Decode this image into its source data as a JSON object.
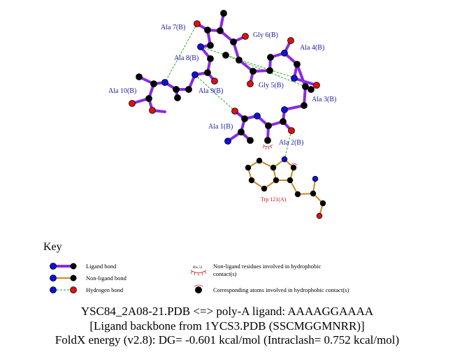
{
  "residue_labels": {
    "ala7": "Ala 7(B)",
    "gly6": "Gly 6(B)",
    "ala4": "Ala 4(B)",
    "ala8": "Ala 8(B)",
    "ala10": "Ala 10(B)",
    "ala9": "Ala 9(B)",
    "gly5": "Gly 5(B)",
    "ala3": "Ala 3(B)",
    "ala1": "Ala 1(B)",
    "ala2": "Ala 2(B)",
    "trp121": "Trp 121(A)"
  },
  "key": {
    "title": "Key",
    "ligand_bond": "Ligand bond",
    "nonligand_bond": "Non-ligand bond",
    "hydrogen_bond": "Hydrogen bond",
    "hydrophobic_residue_label": "His 53",
    "hydrophobic_residues_line1": "Non-ligand residues involved in hydrophobic",
    "hydrophobic_residues_line2": "contact(s)",
    "hydrophobic_atoms": "Corresponding atoms involved in hydrophobic contact(s)"
  },
  "caption": {
    "line1": "YSC84_2A08-21.PDB <=> poly-A ligand: AAAAGGAAAA",
    "line2": "[Ligand backbone from 1YCS3.PDB (SSCMGGMNRR)]",
    "line3": "FoldX energy (v2.8): DG= -0.601 kcal/mol (Intraclash= 0.752 kcal/mol)"
  },
  "colors": {
    "ligand_bond": "#8a2be2",
    "nonligand_bond": "#cc8822",
    "hydrogen_bond": "#22aa22",
    "carbon": "#000000",
    "nitrogen": "#1010dd",
    "oxygen": "#dd1111",
    "residue_label": "#1a1aa6",
    "trp_label": "#cc1111"
  }
}
